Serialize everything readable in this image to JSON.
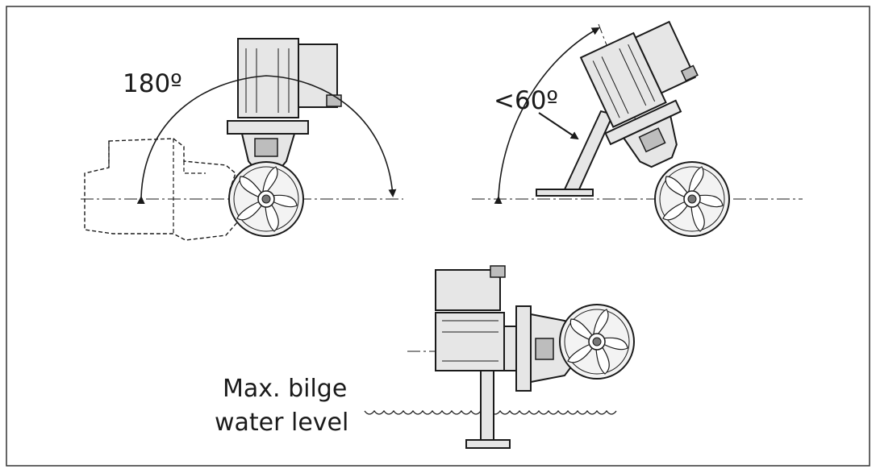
{
  "labels": {
    "angle_180": "180º",
    "angle_60": "<60º",
    "bilge_line1": "Max. bilge",
    "bilge_line2": "water level"
  },
  "colors": {
    "line": "#1a1a1a",
    "motor_fill": "#e6e6e6",
    "motor_dark": "#bdbdbd",
    "border": "#333333"
  }
}
